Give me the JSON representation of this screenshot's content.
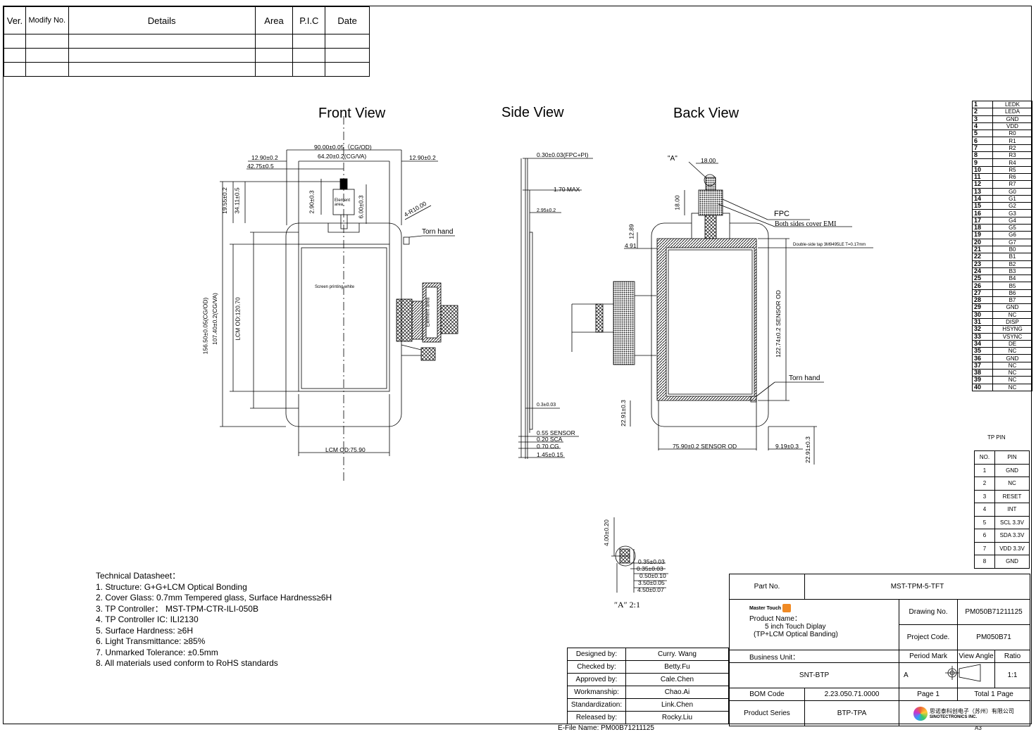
{
  "revision_table": {
    "headers": [
      "Ver.",
      "Modify No.",
      "Details",
      "Area",
      "P.I.C",
      "Date"
    ],
    "rows": 3
  },
  "views": {
    "front": "Front View",
    "side": "Side View",
    "back": "Back View"
  },
  "front_dims": {
    "cg_od_width": "90.00±0.05（CG/OD)",
    "cg_va_width": "64.20±0.2(CG/VA)",
    "left_margin": "12.90±0.2",
    "right_margin": "12.90±0.2",
    "offset": "42.75±0.5",
    "v19": "19.55±0.2",
    "v34": "34.11±0.5",
    "v2_90": "2.90±0.3",
    "v6_00": "6.00±0.3",
    "radius": "4-R10.00",
    "torn_hand": "Torn hand",
    "element_area": "Element area",
    "element_area2": "Element area",
    "screen_printing": "Screen printing white",
    "height_od": "156.50±0.05(CG/OD)",
    "height_va": "107.40±0.2(CG/VA)",
    "lcm_od_h": "LCM OD:120.70",
    "lcm_od_w": "LCM OD:75.90"
  },
  "side_dims": {
    "fpc_pi": "0.30±0.03(FPC+PI)",
    "max": "1.70 MAX",
    "d295": "2.95±0.2",
    "d03": "0.3±0.03",
    "sensor": "0.55 SENSOR",
    "sca": "0.20 SCA",
    "cg": "0.70 CG",
    "total": "1.45±0.15"
  },
  "back_dims": {
    "a_label": "\"A\"",
    "d18h": "18.00",
    "d18v": "18.00",
    "fpc": "FPC",
    "emi": "Both sides cover EMI",
    "tape": "Double-side tap 3M9495LE T=0.17mm",
    "d12": "12.89",
    "d491": "4.91",
    "sensor_od_h": "122.74±0.2 SENSOR OD",
    "torn_hand": "Torn hand",
    "d2291a": "22.91±0.3",
    "sensor_od_w": "75.90±0.2 SENSOR OD",
    "d919": "9.19±0.3",
    "d2291b": "22.91±0.3"
  },
  "detail_a": {
    "d400": "4.00±0.20",
    "l1": "0.35±0.03",
    "l2": "0.35±0.03",
    "l3": "0.50±0.10",
    "l4": "3.50±0.05",
    "l5": "4.50±0.07",
    "label": "″A″ 2:1"
  },
  "lcd_pins": [
    [
      "1",
      "LEDK"
    ],
    [
      "2",
      "LEDA"
    ],
    [
      "3",
      "GND"
    ],
    [
      "4",
      "VDD"
    ],
    [
      "5",
      "R0"
    ],
    [
      "6",
      "R1"
    ],
    [
      "7",
      "R2"
    ],
    [
      "8",
      "R3"
    ],
    [
      "9",
      "R4"
    ],
    [
      "10",
      "R5"
    ],
    [
      "11",
      "R6"
    ],
    [
      "12",
      "R7"
    ],
    [
      "13",
      "G0"
    ],
    [
      "14",
      "G1"
    ],
    [
      "15",
      "G2"
    ],
    [
      "16",
      "G3"
    ],
    [
      "17",
      "G4"
    ],
    [
      "18",
      "G5"
    ],
    [
      "19",
      "G6"
    ],
    [
      "20",
      "G7"
    ],
    [
      "21",
      "B0"
    ],
    [
      "22",
      "B1"
    ],
    [
      "23",
      "B2"
    ],
    [
      "24",
      "B3"
    ],
    [
      "25",
      "B4"
    ],
    [
      "26",
      "B5"
    ],
    [
      "27",
      "B6"
    ],
    [
      "28",
      "B7"
    ],
    [
      "29",
      "GND"
    ],
    [
      "30",
      "NC"
    ],
    [
      "31",
      "DISP"
    ],
    [
      "32",
      "HSYNG"
    ],
    [
      "33",
      "VSYNC"
    ],
    [
      "34",
      "DE"
    ],
    [
      "35",
      "NC"
    ],
    [
      "36",
      "GND"
    ],
    [
      "37",
      "NC"
    ],
    [
      "38",
      "NC"
    ],
    [
      "39",
      "NC"
    ],
    [
      "40",
      "NC"
    ]
  ],
  "tp_pin_title": "TP PIN",
  "tp_pin_headers": [
    "NO.",
    "PIN"
  ],
  "tp_pins": [
    [
      "1",
      "GND"
    ],
    [
      "2",
      "NC"
    ],
    [
      "3",
      "RESET"
    ],
    [
      "4",
      "INT"
    ],
    [
      "5",
      "SCL 3.3V"
    ],
    [
      "6",
      "SDA 3.3V"
    ],
    [
      "7",
      "VDD 3.3V"
    ],
    [
      "8",
      "GND"
    ]
  ],
  "notes": {
    "title": "Technical Datasheet：",
    "items": [
      "1. Structure: G+G+LCM Optical Bonding",
      "2. Cover Glass: 0.7mm Tempered glass, Surface Hardness≥6H",
      "3. TP Controller： MST-TPM-CTR-ILI-050B",
      "4. TP Controller IC: ILI2130",
      "5. Surface Hardness: ≥6H",
      "6. Light Transmittance: ≥85%",
      "7. Unmarked Tolerance: ±0.5mm",
      "8. All materials used conform to RoHS standards"
    ]
  },
  "signoff": [
    [
      "Designed by:",
      "Curry. Wang"
    ],
    [
      "Checked by:",
      "Betty.Fu"
    ],
    [
      "Approved by:",
      "Cale.Chen"
    ],
    [
      "Workmanship:",
      "Chao.Ai"
    ],
    [
      "Standardization:",
      "Link.Chen"
    ],
    [
      "Released by:",
      "Rocky.Liu"
    ]
  ],
  "title_block": {
    "part_no_label": "Part No.",
    "part_no": "MST-TPM-5-TFT",
    "brand": "Master Touch",
    "product_name_label": "Product Name：",
    "product_name_1": "5 inch Touch Diplay",
    "product_name_2": "(TP+LCM Optical Banding)",
    "drawing_no_label": "Drawing No.",
    "drawing_no": "PM050B71211125",
    "project_code_label": "Project Code.",
    "project_code": "PM050B71",
    "business_unit_label": "Business Unit：",
    "business_unit": "SNT-BTP",
    "period_mark_label": "Period Mark",
    "period_mark": "A",
    "view_angle_label": "View Angle",
    "ratio_label": "Ratio",
    "ratio": "1:1",
    "bom_label": "BOM Code",
    "bom": "2.23.050.71.0000",
    "page": "Page 1",
    "total": "Total 1 Page",
    "series_label": "Product Series",
    "series": "BTP-TPA",
    "company_cn": "思诺泰科创电子（苏州）有限公司",
    "company_en": "SINOTECTRONICS INC."
  },
  "file_name": "E-File Name:   PM00B71211125",
  "sheet": "A3"
}
